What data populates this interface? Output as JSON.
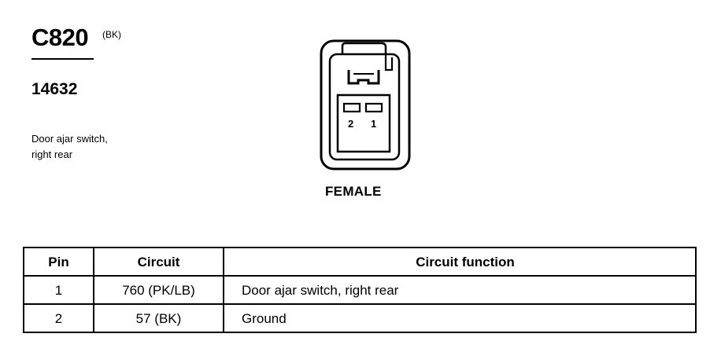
{
  "connector": {
    "id": "C820",
    "color_code": "(BK)",
    "part_number": "14632",
    "description_lines": [
      "Door ajar switch,",
      "right rear"
    ],
    "view_label": "FEMALE",
    "cavity_labels": [
      "2",
      "1"
    ]
  },
  "pin_table": {
    "headers": {
      "pin": "Pin",
      "circuit": "Circuit",
      "function": "Circuit function"
    },
    "rows": [
      {
        "pin": "1",
        "circuit": "760 (PK/LB)",
        "function": "Door ajar switch, right rear"
      },
      {
        "pin": "2",
        "circuit": "57 (BK)",
        "function": "Ground"
      }
    ]
  },
  "icons": [
    "connector-face-diagram"
  ]
}
